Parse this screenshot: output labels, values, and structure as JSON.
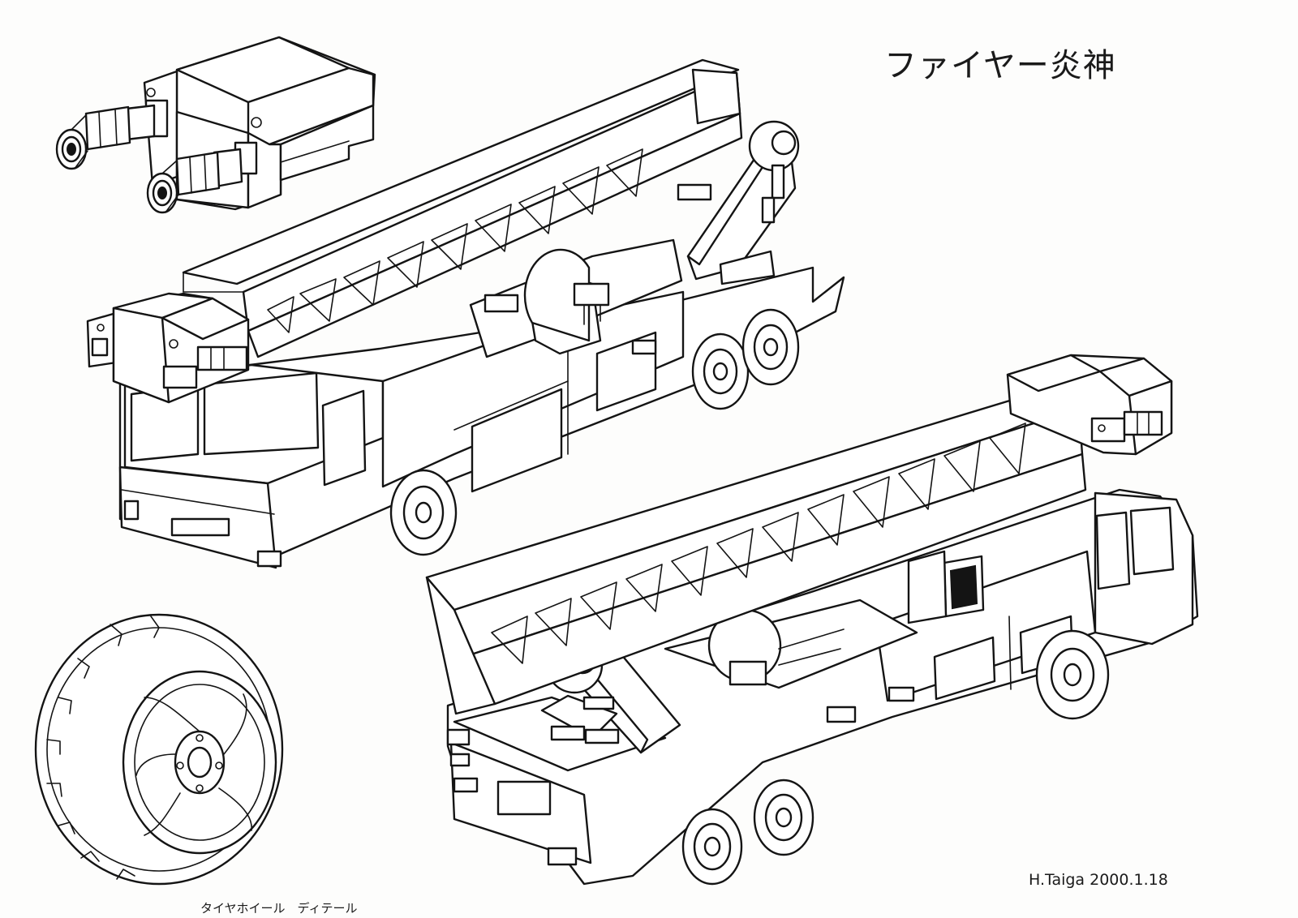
{
  "sheet": {
    "title": "ファイヤー炎神",
    "caption": "タイヤホイール　ディテール",
    "signature": "H.Taiga 2000.1.18"
  },
  "colors": {
    "ink": "#141414",
    "paper": "#fdfdfc"
  },
  "drawings": [
    {
      "name": "nozzle-turret-detail"
    },
    {
      "name": "ladder-truck-front-view"
    },
    {
      "name": "ladder-truck-rear-view"
    },
    {
      "name": "tire-wheel-detail"
    }
  ]
}
